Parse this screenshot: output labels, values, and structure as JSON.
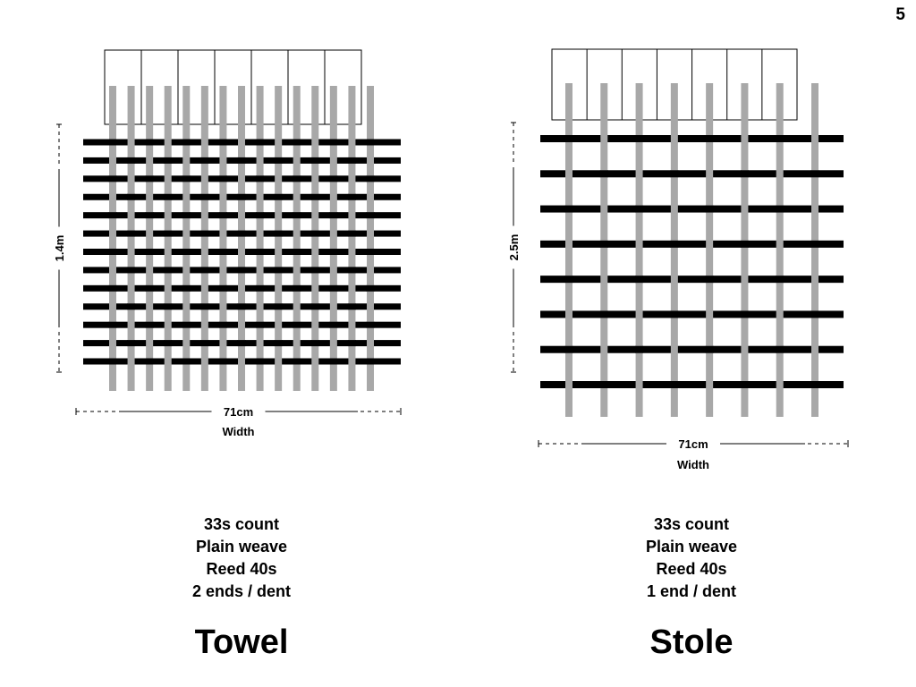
{
  "page_number": "5",
  "colors": {
    "warp": "#a8a8a8",
    "weft": "#000000",
    "reed": "#000000"
  },
  "fabrics": [
    {
      "id": "towel",
      "title": "Towel",
      "length_label": "1.4m",
      "width_value": "71cm",
      "width_caption": "Width",
      "reed_dents": 7,
      "warp_ends": 15,
      "weft_picks": 13,
      "specs": [
        "33s count",
        "Plain weave",
        "Reed 40s",
        "2 ends / dent"
      ]
    },
    {
      "id": "stole",
      "title": "Stole",
      "length_label": "2.5m",
      "width_value": "71cm",
      "width_caption": "Width",
      "reed_dents": 7,
      "warp_ends": 8,
      "weft_picks": 8,
      "specs": [
        "33s count",
        "Plain weave",
        "Reed 40s",
        "1 end / dent"
      ]
    }
  ]
}
